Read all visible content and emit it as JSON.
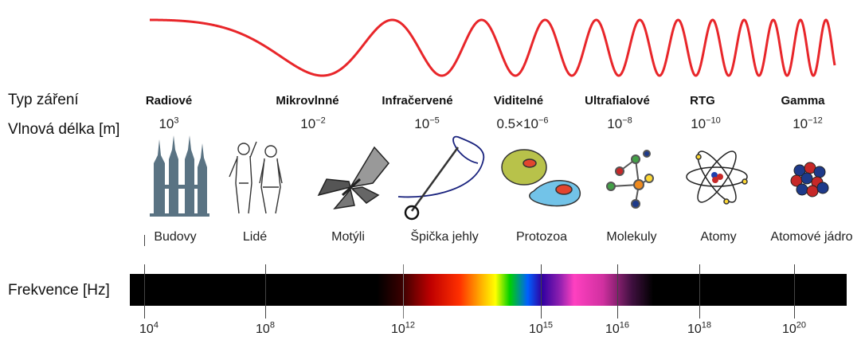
{
  "row_labels": {
    "type": "Typ záření",
    "wavelength": "Vlnová délka [m]",
    "frequency": "Frekvence [Hz]"
  },
  "bands": [
    {
      "type": "Radiové",
      "wl_base": "10",
      "wl_exp": "3",
      "object": "Budovy"
    },
    {
      "type": "Mikrovlnné",
      "wl_base": "10",
      "wl_exp": "−2",
      "object": "Lidé"
    },
    {
      "type": "Infračervené",
      "wl_base": "10",
      "wl_exp": "−5",
      "object": "Motýli"
    },
    {
      "type": "Viditelné",
      "wl_base": "0.5×10",
      "wl_exp": "−6",
      "object": "Špička jehly"
    },
    {
      "type": "Ultrafialové",
      "wl_base": "10",
      "wl_exp": "−8",
      "object": "Protozoa"
    },
    {
      "type": "RTG",
      "wl_base": "10",
      "wl_exp": "−10",
      "object": "Molekuly"
    },
    {
      "type": "Gamma",
      "wl_base": "10",
      "wl_exp": "−12",
      "object": "Atomy"
    }
  ],
  "extra_object": "Atomové jádro",
  "freq_ticks": [
    {
      "base": "10",
      "exp": "4"
    },
    {
      "base": "10",
      "exp": "8"
    },
    {
      "base": "10",
      "exp": "12"
    },
    {
      "base": "10",
      "exp": "15"
    },
    {
      "base": "10",
      "exp": "16"
    },
    {
      "base": "10",
      "exp": "18"
    },
    {
      "base": "10",
      "exp": "20"
    }
  ],
  "icons": [
    "building-towers-icon",
    "people-icon",
    "butterfly-icon",
    "needle-icon",
    "protozoa-icon",
    "molecule-icon",
    "atom-icon",
    "nucleus-icon"
  ],
  "colors": {
    "wave": "#e8262a",
    "bar": "#000000"
  }
}
